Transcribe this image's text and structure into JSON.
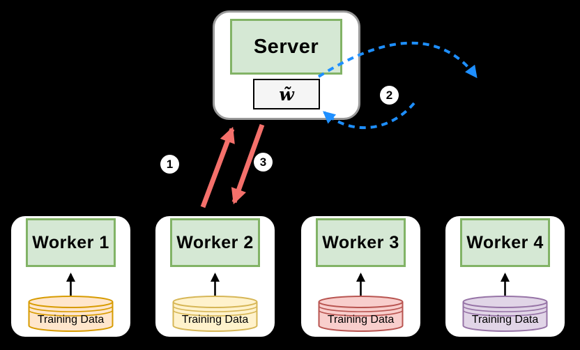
{
  "colors": {
    "background": "#000000",
    "card_fill": "#ffffff",
    "server_card_border": "#999999",
    "worker_card_border": "#000000",
    "node_fill": "#d5e8d4",
    "node_border": "#82b366",
    "weight_box_fill": "#f5f5f5",
    "weight_box_border": "#000000",
    "arrow_red": "#f4706b",
    "arrow_blue": "#1e8fff",
    "arrow_black": "#000000",
    "badge_fill": "#ffffff",
    "badge_text": "#000000"
  },
  "server": {
    "label": "Server",
    "weight_symbol": "w̃"
  },
  "workers": [
    {
      "label": "Worker 1",
      "data_label": "Training Data",
      "db_fill": "#ffe6cc",
      "db_stroke": "#d79b00"
    },
    {
      "label": "Worker 2",
      "data_label": "Training Data",
      "db_fill": "#fff2cc",
      "db_stroke": "#d6b656"
    },
    {
      "label": "Worker 3",
      "data_label": "Training Data",
      "db_fill": "#f8cecc",
      "db_stroke": "#b85450"
    },
    {
      "label": "Worker 4",
      "data_label": "Training Data",
      "db_fill": "#e1d5e7",
      "db_stroke": "#9673a6"
    }
  ],
  "step_badges": [
    {
      "label": "1"
    },
    {
      "label": "2"
    },
    {
      "label": "3"
    }
  ]
}
